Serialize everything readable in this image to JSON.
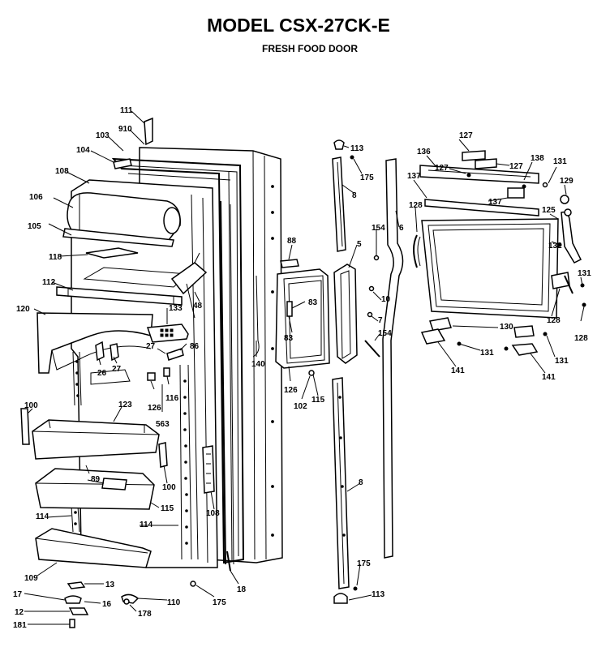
{
  "header": {
    "title": "MODEL CSX-27CK-E",
    "subtitle": "FRESH FOOD DOOR"
  },
  "callouts": [
    {
      "id": "c111",
      "text": "111"
    },
    {
      "id": "c910",
      "text": "910"
    },
    {
      "id": "c103",
      "text": "103"
    },
    {
      "id": "c104",
      "text": "104"
    },
    {
      "id": "c108a",
      "text": "108"
    },
    {
      "id": "c106",
      "text": "106"
    },
    {
      "id": "c105",
      "text": "105"
    },
    {
      "id": "c118",
      "text": "118"
    },
    {
      "id": "c112",
      "text": "112"
    },
    {
      "id": "c120",
      "text": "120"
    },
    {
      "id": "c133",
      "text": "133"
    },
    {
      "id": "c48",
      "text": "48"
    },
    {
      "id": "c27a",
      "text": "27"
    },
    {
      "id": "c86",
      "text": "86"
    },
    {
      "id": "c26",
      "text": "26"
    },
    {
      "id": "c27b",
      "text": "27"
    },
    {
      "id": "c126a",
      "text": "126"
    },
    {
      "id": "c116",
      "text": "116"
    },
    {
      "id": "c563",
      "text": "563"
    },
    {
      "id": "c100a",
      "text": "100"
    },
    {
      "id": "c123",
      "text": "123"
    },
    {
      "id": "c89",
      "text": "89"
    },
    {
      "id": "c100b",
      "text": "100"
    },
    {
      "id": "c115a",
      "text": "115"
    },
    {
      "id": "c114a",
      "text": "114"
    },
    {
      "id": "c114b",
      "text": "114"
    },
    {
      "id": "c108b",
      "text": "108"
    },
    {
      "id": "c109",
      "text": "109"
    },
    {
      "id": "c13",
      "text": "13"
    },
    {
      "id": "c17",
      "text": "17"
    },
    {
      "id": "c16",
      "text": "16"
    },
    {
      "id": "c12",
      "text": "12"
    },
    {
      "id": "c181",
      "text": "181"
    },
    {
      "id": "c178",
      "text": "178"
    },
    {
      "id": "c110",
      "text": "110"
    },
    {
      "id": "c175a",
      "text": "175"
    },
    {
      "id": "c18",
      "text": "18"
    },
    {
      "id": "c140",
      "text": "140"
    },
    {
      "id": "c88",
      "text": "88"
    },
    {
      "id": "c83a",
      "text": "83"
    },
    {
      "id": "c83b",
      "text": "83"
    },
    {
      "id": "c126b",
      "text": "126"
    },
    {
      "id": "c102",
      "text": "102"
    },
    {
      "id": "c115b",
      "text": "115"
    },
    {
      "id": "c113a",
      "text": "113"
    },
    {
      "id": "c175b",
      "text": "175"
    },
    {
      "id": "c8a",
      "text": "8"
    },
    {
      "id": "c5",
      "text": "5"
    },
    {
      "id": "c154a",
      "text": "154"
    },
    {
      "id": "c10",
      "text": "10"
    },
    {
      "id": "c7",
      "text": "7"
    },
    {
      "id": "c154b",
      "text": "154"
    },
    {
      "id": "c6",
      "text": "6"
    },
    {
      "id": "c8b",
      "text": "8"
    },
    {
      "id": "c175c",
      "text": "175"
    },
    {
      "id": "c113b",
      "text": "113"
    },
    {
      "id": "c127a",
      "text": "127"
    },
    {
      "id": "c136",
      "text": "136"
    },
    {
      "id": "c127b",
      "text": "127"
    },
    {
      "id": "c127c",
      "text": "127"
    },
    {
      "id": "c138",
      "text": "138"
    },
    {
      "id": "c131a",
      "text": "131"
    },
    {
      "id": "c137a",
      "text": "137"
    },
    {
      "id": "c137b",
      "text": "137"
    },
    {
      "id": "c129",
      "text": "129"
    },
    {
      "id": "c128a",
      "text": "128"
    },
    {
      "id": "c125",
      "text": "125"
    },
    {
      "id": "c132",
      "text": "132"
    },
    {
      "id": "c131b",
      "text": "131"
    },
    {
      "id": "c128b",
      "text": "128"
    },
    {
      "id": "c128c",
      "text": "128"
    },
    {
      "id": "c130",
      "text": "130"
    },
    {
      "id": "c131c",
      "text": "131"
    },
    {
      "id": "c131d",
      "text": "131"
    },
    {
      "id": "c141a",
      "text": "141"
    },
    {
      "id": "c141b",
      "text": "141"
    }
  ]
}
